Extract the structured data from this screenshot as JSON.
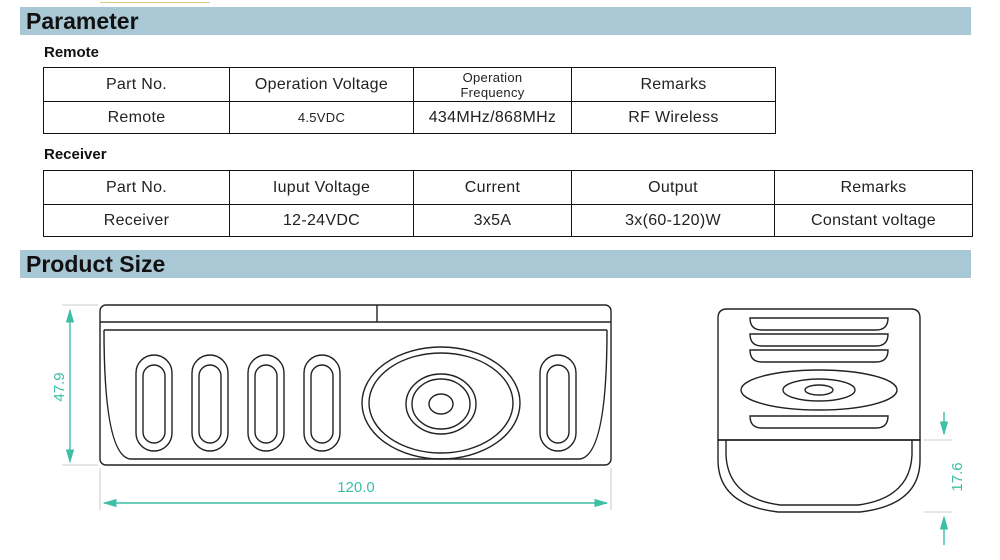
{
  "parameter": {
    "title": "Parameter",
    "remote": {
      "heading": "Remote",
      "headers": [
        "Part No.",
        "Operation Voltage",
        "Operation\nFrequency",
        "Remarks"
      ],
      "row": [
        "Remote",
        "4.5VDC",
        "434MHz/868MHz",
        "RF Wireless"
      ]
    },
    "receiver": {
      "heading": "Receiver",
      "headers": [
        "Part No.",
        "Iuput Voltage",
        "Current",
        "Output",
        "Remarks"
      ],
      "row": [
        "Receiver",
        "12-24VDC",
        "3x5A",
        "3x(60-120)W",
        "Constant voltage"
      ]
    }
  },
  "product_size": {
    "title": "Product Size",
    "height_label": "47.9",
    "width_label": "120.0",
    "depth_label": "17.6",
    "dimension_color": "#3cbfa5"
  }
}
